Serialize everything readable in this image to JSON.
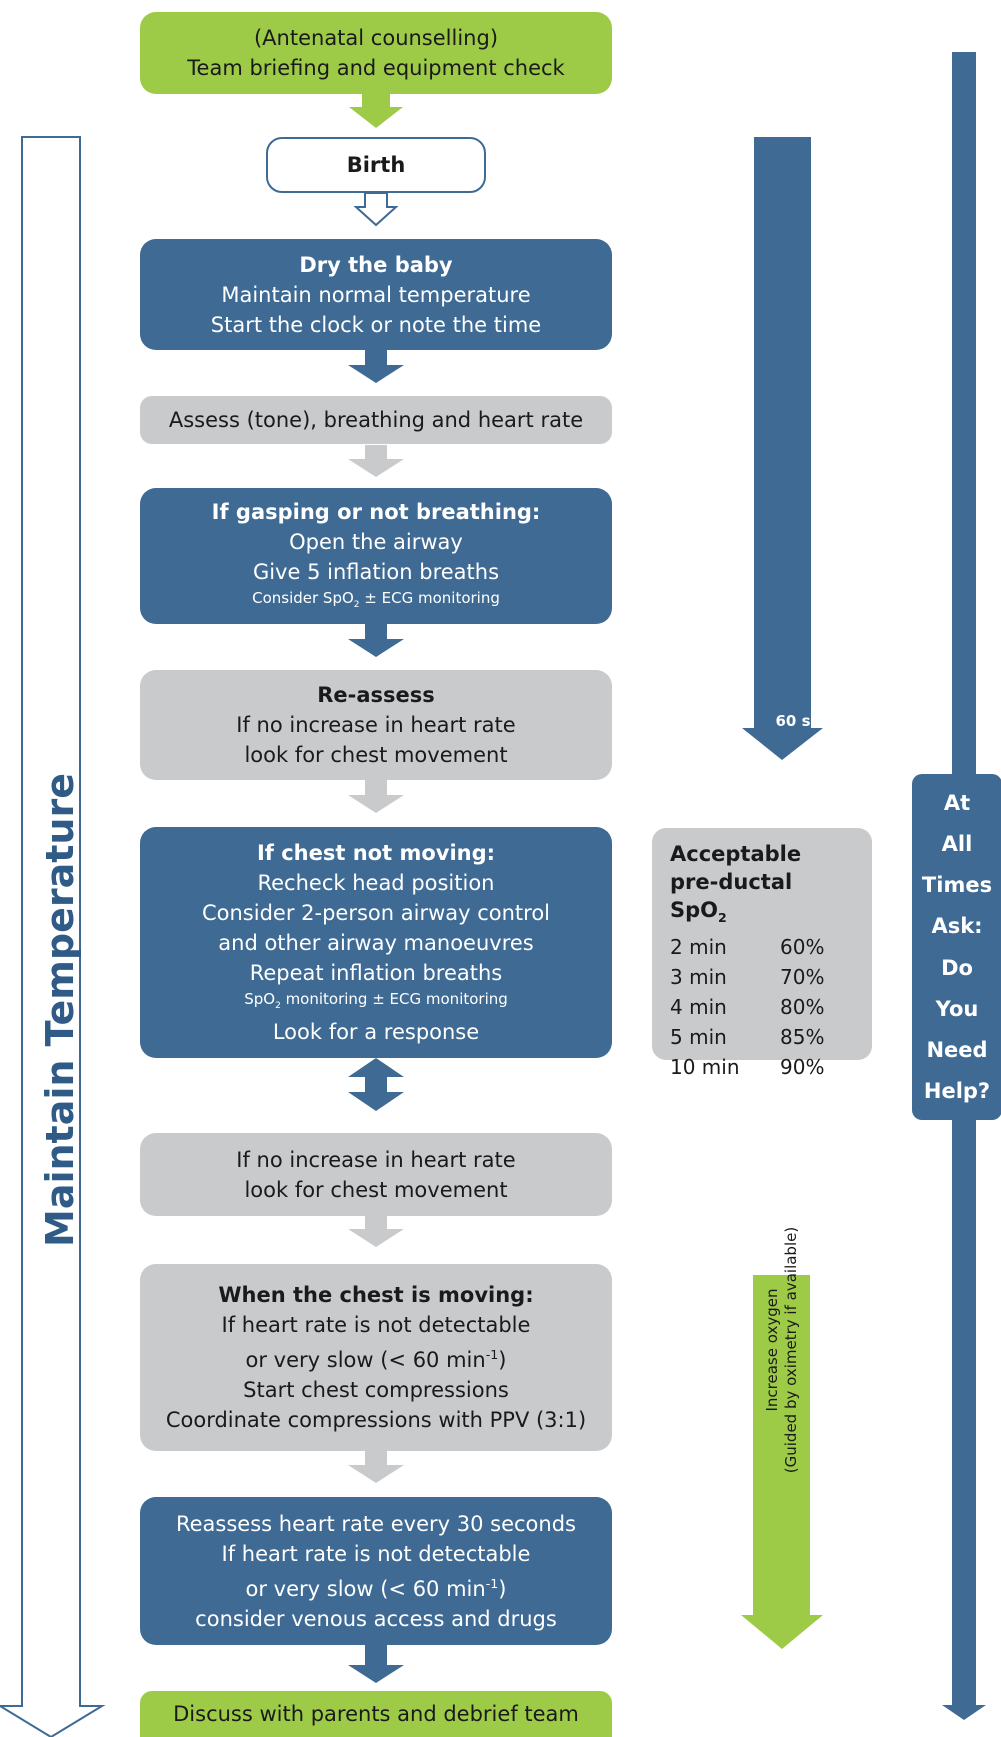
{
  "steps": {
    "briefing": {
      "l1": "(Antenatal counselling)",
      "l2": "Team briefing and equipment check"
    },
    "birth": "Birth",
    "dry": {
      "title": "Dry the baby",
      "l1": "Maintain normal temperature",
      "l2": "Start the clock or note the time"
    },
    "assess": "Assess (tone), breathing and heart rate",
    "gasping": {
      "title": "If gasping or not breathing:",
      "l1": "Open the airway",
      "l2": "Give 5 inflation breaths",
      "l3a": "Consider SpO",
      "l3sub": "2",
      "l3b": " ± ECG monitoring"
    },
    "reassess": {
      "title": "Re-assess",
      "l1": "If no increase in heart rate",
      "l2": "look for chest movement"
    },
    "chest_not_moving": {
      "title": "If chest not moving:",
      "l1": "Recheck head position",
      "l2": "Consider 2-person airway control",
      "l3": "and other airway manoeuvres",
      "l4": "Repeat inflation breaths",
      "l5a": "SpO",
      "l5sub": "2",
      "l5b": " monitoring ± ECG monitoring",
      "l6": "Look for a response"
    },
    "no_increase": {
      "l1": "If no increase in heart rate",
      "l2": "look for chest movement"
    },
    "chest_moving": {
      "title": "When the chest is moving:",
      "l1": "If heart rate is not detectable",
      "l2a": "or very slow (< 60 min",
      "l2sup": "-1",
      "l2b": ")",
      "l3": "Start chest compressions",
      "l4": "Coordinate compressions with PPV (3:1)"
    },
    "reassess_hr": {
      "l1": "Reassess heart rate every 30 seconds",
      "l2": "If heart rate is not detectable",
      "l3a": "or very slow (< 60 min",
      "l3sup": "-1",
      "l3b": ")",
      "l4": "consider venous access and drugs"
    },
    "debrief": "Discuss with parents and debrief team"
  },
  "side": {
    "maintain_temperature": "Maintain Temperature",
    "sixty_seconds": "60 s",
    "oxygen_l1": "Increase oxygen",
    "oxygen_l2": "(Guided by oximetry if available)",
    "help": [
      "At",
      "All",
      "Times",
      "Ask:",
      "Do",
      "You",
      "Need",
      "Help?"
    ]
  },
  "spo2": {
    "title_l1": "Acceptable",
    "title_l2a": "pre-ductal SpO",
    "title_sub": "2",
    "rows": [
      {
        "time": "2 min",
        "value": "60%"
      },
      {
        "time": "3 min",
        "value": "70%"
      },
      {
        "time": "4 min",
        "value": "80%"
      },
      {
        "time": "5 min",
        "value": "85%"
      },
      {
        "time": "10 min",
        "value": "90%"
      }
    ]
  },
  "colors": {
    "green": "#9dcb48",
    "blue": "#3e6a94",
    "grey": "#c8cacc"
  }
}
